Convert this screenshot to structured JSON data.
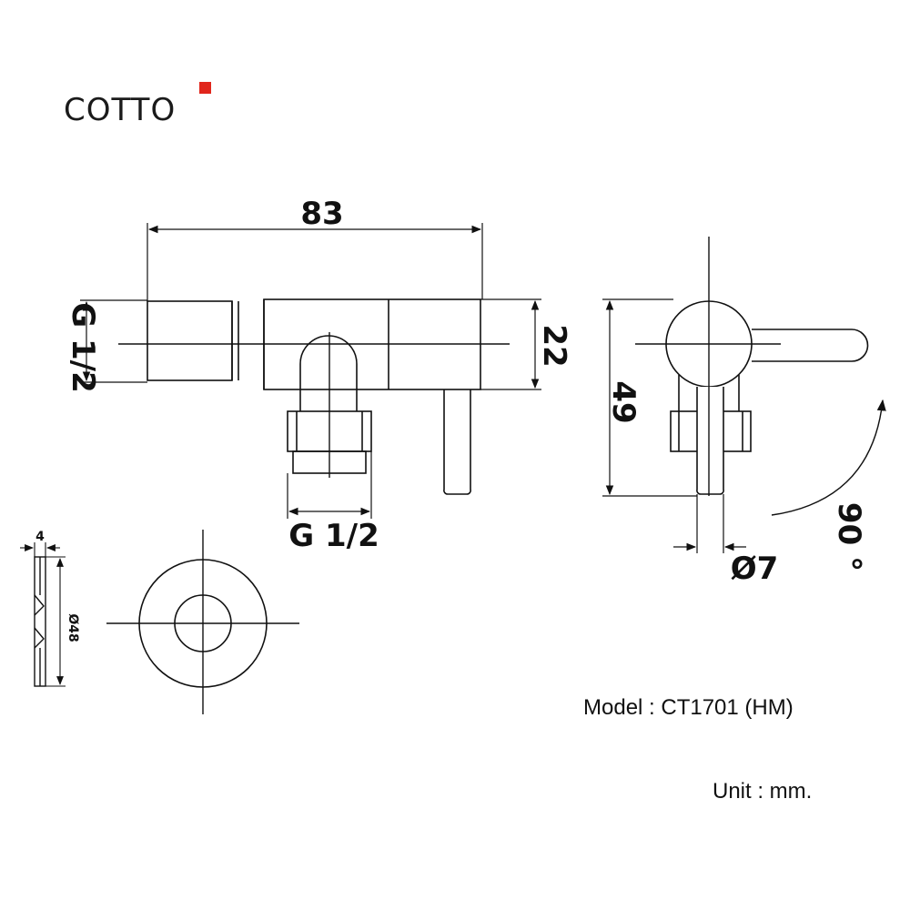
{
  "brand": {
    "name": "COTTO",
    "accent_color": "#e1261c"
  },
  "dimensions": {
    "length": "83",
    "inlet_thread": "G 1/2",
    "outlet_thread": "G 1/2",
    "body_height": "22",
    "side_height": "49",
    "handle_diameter": "Ø7",
    "rotation": "90 °",
    "flange_thickness": "4",
    "flange_diameter": "Ø48"
  },
  "info": {
    "model": "Model : CT1701 (HM)",
    "unit": "Unit : mm."
  }
}
